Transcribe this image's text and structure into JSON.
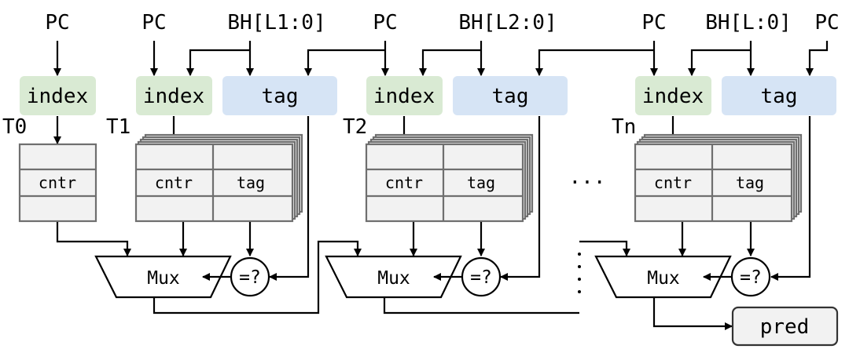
{
  "inputs": {
    "pc_0": "PC",
    "pc_1": "PC",
    "bh_1": "BH[L1:0]",
    "pc_2": "PC",
    "bh_2": "BH[L2:0]",
    "pc_n": "PC",
    "bh_n": "BH[L:0]",
    "pc_n_tag": "PC"
  },
  "tables": [
    {
      "name": "T0",
      "index_label": "index",
      "field_labels": [
        "cntr"
      ]
    },
    {
      "name": "T1",
      "index_label": "index",
      "tag_label": "tag",
      "field_labels": [
        "cntr",
        "tag"
      ],
      "mux_label": "Mux",
      "compare_label": "=?"
    },
    {
      "name": "T2",
      "index_label": "index",
      "tag_label": "tag",
      "field_labels": [
        "cntr",
        "tag"
      ],
      "mux_label": "Mux",
      "compare_label": "=?"
    },
    {
      "name": "Tn",
      "index_label": "index",
      "tag_label": "tag",
      "field_labels": [
        "cntr",
        "tag"
      ],
      "mux_label": "Mux",
      "compare_label": "=?"
    }
  ],
  "ellipsis": "...",
  "output": {
    "label": "pred"
  },
  "colors": {
    "index_fill": "#d9ead3",
    "tag_fill": "#d6e4f5",
    "table_fill": "#f2f2f2",
    "table_stroke": "#6f6f6f",
    "pred_fill": "#f2f2f2"
  }
}
